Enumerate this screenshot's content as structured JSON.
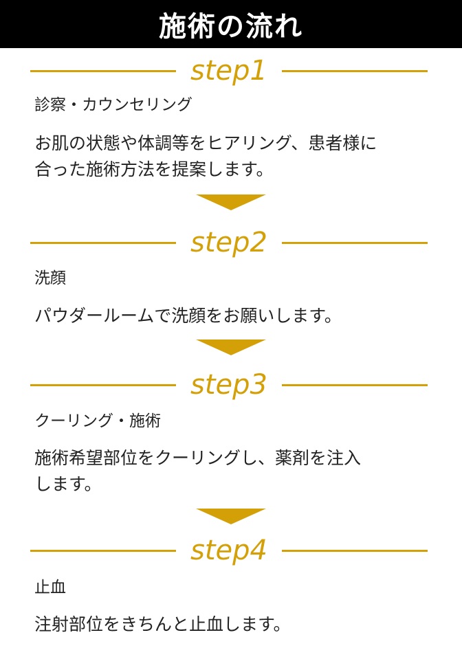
{
  "header": {
    "title": "施術の流れ"
  },
  "steps": [
    {
      "label": "step1",
      "title": "診察・カウンセリング",
      "desc_lines": [
        "お肌の状態や体調等をヒアリング、患者様に",
        "合った施術方法を提案します。"
      ]
    },
    {
      "label": "step2",
      "title": "洗顔",
      "desc_lines": [
        "パウダールームで洗顔をお願いします。"
      ]
    },
    {
      "label": "step3",
      "title": "クーリング・施術",
      "desc_lines": [
        "施術希望部位をクーリングし、薬剤を注入",
        "します。"
      ]
    },
    {
      "label": "step4",
      "title": "止血",
      "desc_lines": [
        "注射部位をきちんと止血します。"
      ]
    }
  ],
  "colors": {
    "accent": "#d4a008",
    "header_bg": "#000000",
    "header_text": "#ffffff",
    "body_text": "#222222"
  },
  "icons": {
    "arrow": "down-triangle-icon"
  }
}
